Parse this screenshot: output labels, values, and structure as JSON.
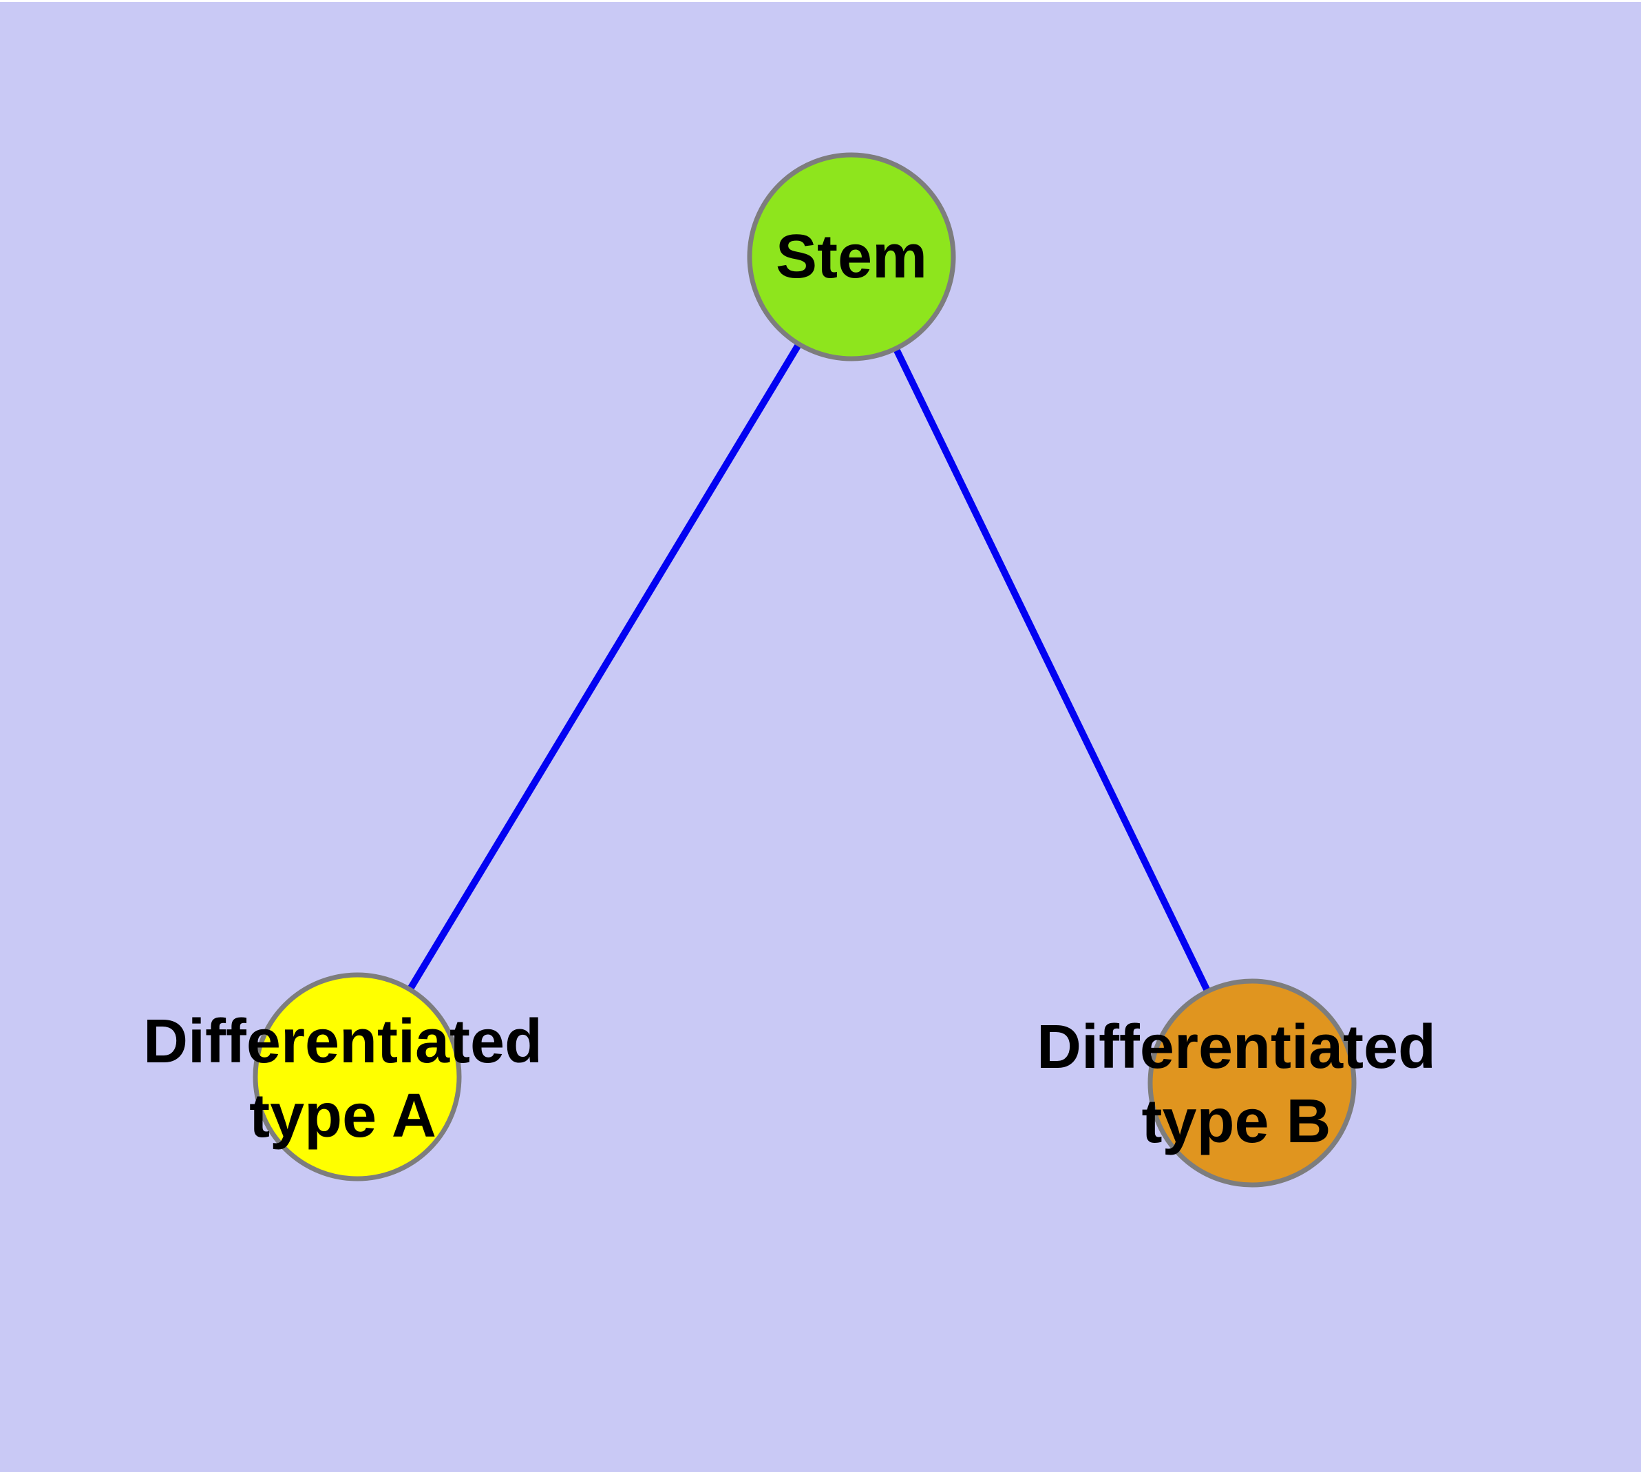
{
  "diagram": {
    "type": "graph",
    "background_color": "#c9c9f5",
    "node_border_color": "#7d7d7d",
    "edge_color": "#0202f2"
  },
  "nodes": [
    {
      "id": "stem",
      "label_lines": [
        "Stem"
      ],
      "fill": "#8ee51d",
      "border": "#7d7d7d"
    },
    {
      "id": "differentiated-type-a",
      "label_lines": [
        "Differentiated",
        "type A"
      ],
      "fill": "#ffff00",
      "border": "#7d7d7d"
    },
    {
      "id": "differentiated-type-b",
      "label_lines": [
        "Differentiated",
        "type B"
      ],
      "fill": "#e0951f",
      "border": "#7d7d7d"
    }
  ],
  "edges": [
    {
      "from": "stem",
      "to": "differentiated-type-a",
      "color": "#0202f2"
    },
    {
      "from": "stem",
      "to": "differentiated-type-b",
      "color": "#0202f2"
    }
  ]
}
